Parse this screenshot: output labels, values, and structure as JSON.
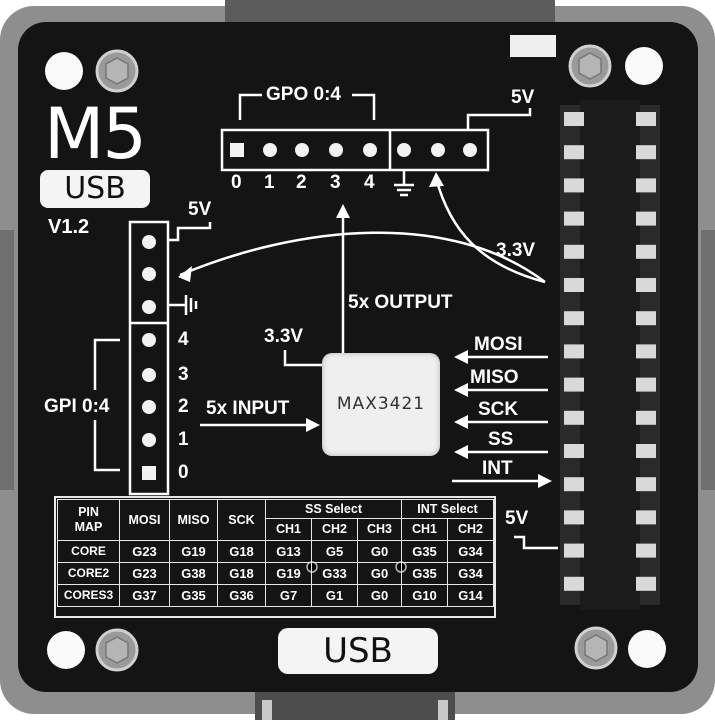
{
  "board": {
    "brand": "M5",
    "badge": "USB",
    "version": "V1.2",
    "bottom_badge": "USB",
    "chip": "MAX3421",
    "gpo_label": "GPO 0:4",
    "gpo_pins": [
      "0",
      "1",
      "2",
      "3",
      "4"
    ],
    "gpi_label": "GPI 0:4",
    "gpi_pins": [
      "4",
      "3",
      "2",
      "1",
      "0"
    ],
    "v5_top": "5V",
    "v5_left": "5V",
    "v5_right": "5V",
    "v33_right": "3.3V",
    "v33_chip": "3.3V",
    "output_label": "5x OUTPUT",
    "input_label": "5x INPUT",
    "signals": [
      "MOSI",
      "MISO",
      "SCK",
      "SS",
      "INT"
    ]
  },
  "pin_map": {
    "title_line1": "PIN",
    "title_line2": "MAP",
    "ss_select": "SS Select",
    "int_select": "INT Select",
    "columns": [
      "MOSI",
      "MISO",
      "SCK",
      "CH1",
      "CH2",
      "CH3",
      "CH1",
      "CH2"
    ],
    "rows": [
      {
        "name": "CORE",
        "values": [
          "G23",
          "G19",
          "G18",
          "G13",
          "G5",
          "G0",
          "G35",
          "G34"
        ]
      },
      {
        "name": "CORE2",
        "values": [
          "G23",
          "G38",
          "G18",
          "G19",
          "G33",
          "G0",
          "G35",
          "G34"
        ]
      },
      {
        "name": "CORES3",
        "values": [
          "G37",
          "G35",
          "G36",
          "G7",
          "G1",
          "G0",
          "G10",
          "G14"
        ]
      }
    ]
  },
  "colors": {
    "pcb": "#141414",
    "case": "#8c8c8c",
    "silkscreen": "#ffffff"
  }
}
